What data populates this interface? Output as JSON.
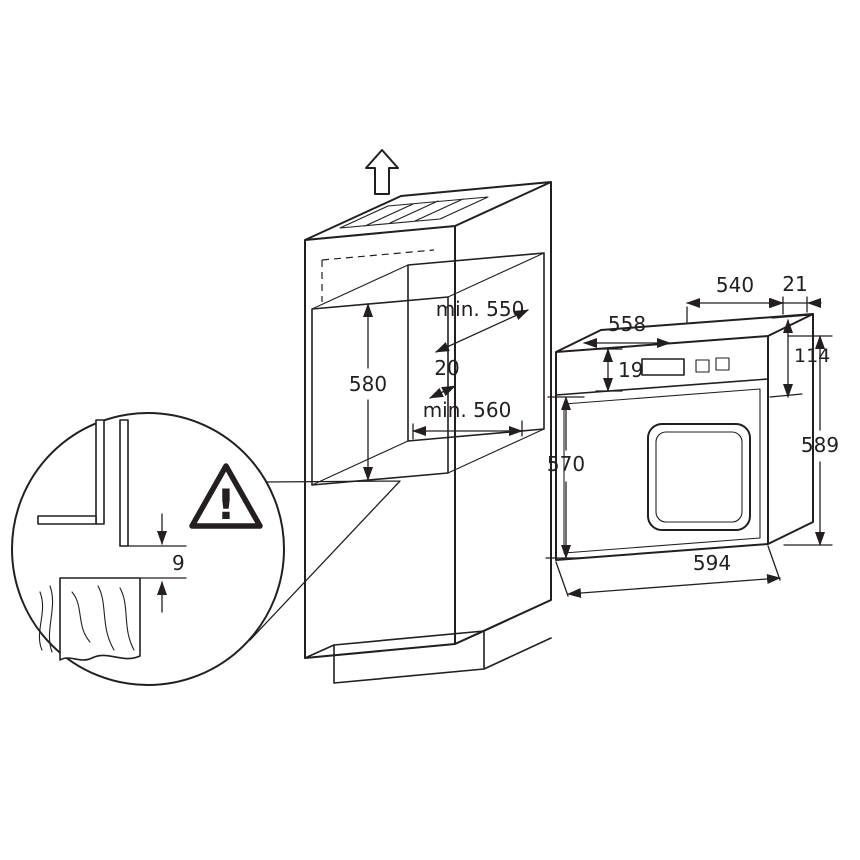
{
  "page": {
    "background": "#ffffff",
    "ink_color": "#231f20",
    "description": "Built-in oven installation dimensions diagram"
  },
  "cabinet": {
    "niche_height": "580",
    "niche_depth": "min. 550",
    "niche_width": "min. 560",
    "rear_gap": "20"
  },
  "detail": {
    "gap": "9",
    "warning": "!"
  },
  "oven": {
    "depth": "540",
    "overhang": "21",
    "top_width": "558",
    "lip": "19",
    "panel_height": "114",
    "height": "589",
    "front_height": "570",
    "width": "594"
  }
}
